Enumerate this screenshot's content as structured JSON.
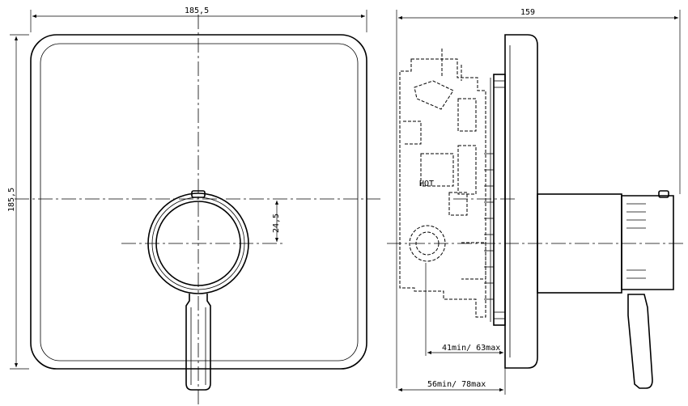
{
  "front_view": {
    "width_label": "185,5",
    "height_label": "185,5",
    "offset_label": "24,5"
  },
  "side_view": {
    "depth_label": "159",
    "hot_label": "HOT",
    "range_small_label": "41min/ 63max",
    "range_large_label": "56min/ 78max"
  }
}
